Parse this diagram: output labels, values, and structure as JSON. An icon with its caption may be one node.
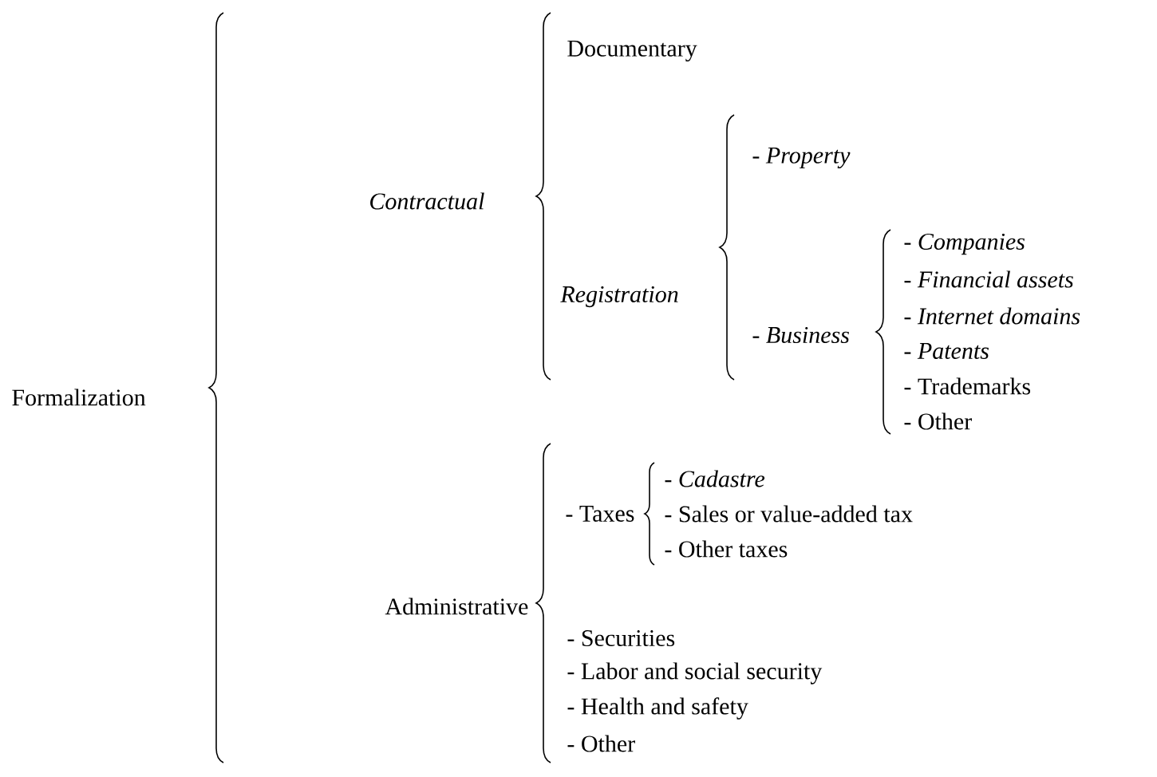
{
  "diagram": {
    "labels": [
      "Documentary",
      "Contractual",
      "- *Property*",
      "- *Companies*",
      "- *Financial assets*",
      "- *Internet domains*",
      "- *Patents*",
      "Registration",
      "- *Business*",
      "- Trademarks",
      "- Other",
      "Formalization",
      "- *Cadastre*",
      "- Taxes",
      "- Sales or value-added tax",
      "- Other taxes",
      "Administrative",
      "- Securities",
      "- Labor and social security",
      "- Health and safety",
      "- Other"
    ]
  }
}
